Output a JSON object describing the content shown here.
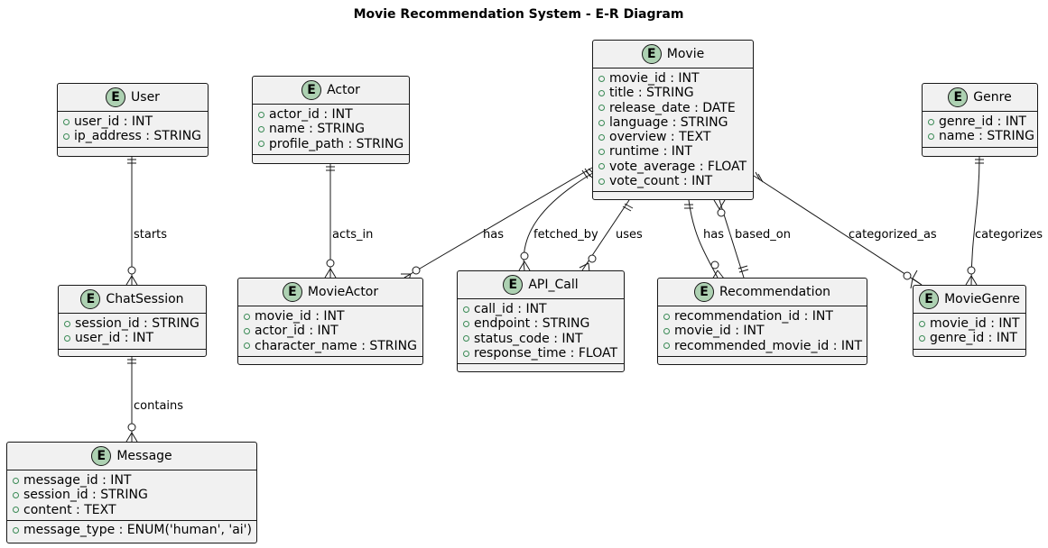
{
  "title": "Movie Recommendation System - E-R Diagram",
  "entities": {
    "user": {
      "badge": "E",
      "name": "User",
      "attributes": [
        "user_id : INT",
        "ip_address : STRING"
      ]
    },
    "actor": {
      "badge": "E",
      "name": "Actor",
      "attributes": [
        "actor_id : INT",
        "name : STRING",
        "profile_path : STRING"
      ]
    },
    "movie": {
      "badge": "E",
      "name": "Movie",
      "attributes": [
        "movie_id : INT",
        "title : STRING",
        "release_date : DATE",
        "language : STRING",
        "overview : TEXT",
        "runtime : INT",
        "vote_average : FLOAT",
        "vote_count : INT"
      ]
    },
    "genre": {
      "badge": "E",
      "name": "Genre",
      "attributes": [
        "genre_id : INT",
        "name : STRING"
      ]
    },
    "chat_session": {
      "badge": "E",
      "name": "ChatSession",
      "attributes": [
        "session_id : STRING",
        "user_id : INT"
      ]
    },
    "movie_actor": {
      "badge": "E",
      "name": "MovieActor",
      "attributes": [
        "movie_id : INT",
        "actor_id : INT",
        "character_name : STRING"
      ]
    },
    "api_call": {
      "badge": "E",
      "name": "API_Call",
      "attributes": [
        "call_id : INT",
        "endpoint : STRING",
        "status_code : INT",
        "response_time : FLOAT"
      ]
    },
    "recommendation": {
      "badge": "E",
      "name": "Recommendation",
      "attributes": [
        "recommendation_id : INT",
        "movie_id : INT",
        "recommended_movie_id : INT"
      ]
    },
    "movie_genre": {
      "badge": "E",
      "name": "MovieGenre",
      "attributes": [
        "movie_id : INT",
        "genre_id : INT"
      ]
    },
    "message": {
      "badge": "E",
      "name": "Message",
      "attributes": [
        "message_id : INT",
        "session_id : STRING",
        "content : TEXT"
      ],
      "extra_attributes": [
        "message_type : ENUM('human', 'ai')"
      ]
    }
  },
  "relationships": {
    "starts": "starts",
    "contains": "contains",
    "acts_in": "acts_in",
    "movie_has_actor": "has",
    "fetched_by": "fetched_by",
    "uses": "uses",
    "movie_has_rec": "has",
    "based_on": "based_on",
    "categorized_as": "categorized_as",
    "categorizes": "categorizes"
  },
  "colors": {
    "entity_fill": "#f1f1f1",
    "entity_border": "#181818",
    "badge_fill": "#add1b2",
    "attr_marker": "#3a8a55",
    "edge": "#181818"
  }
}
